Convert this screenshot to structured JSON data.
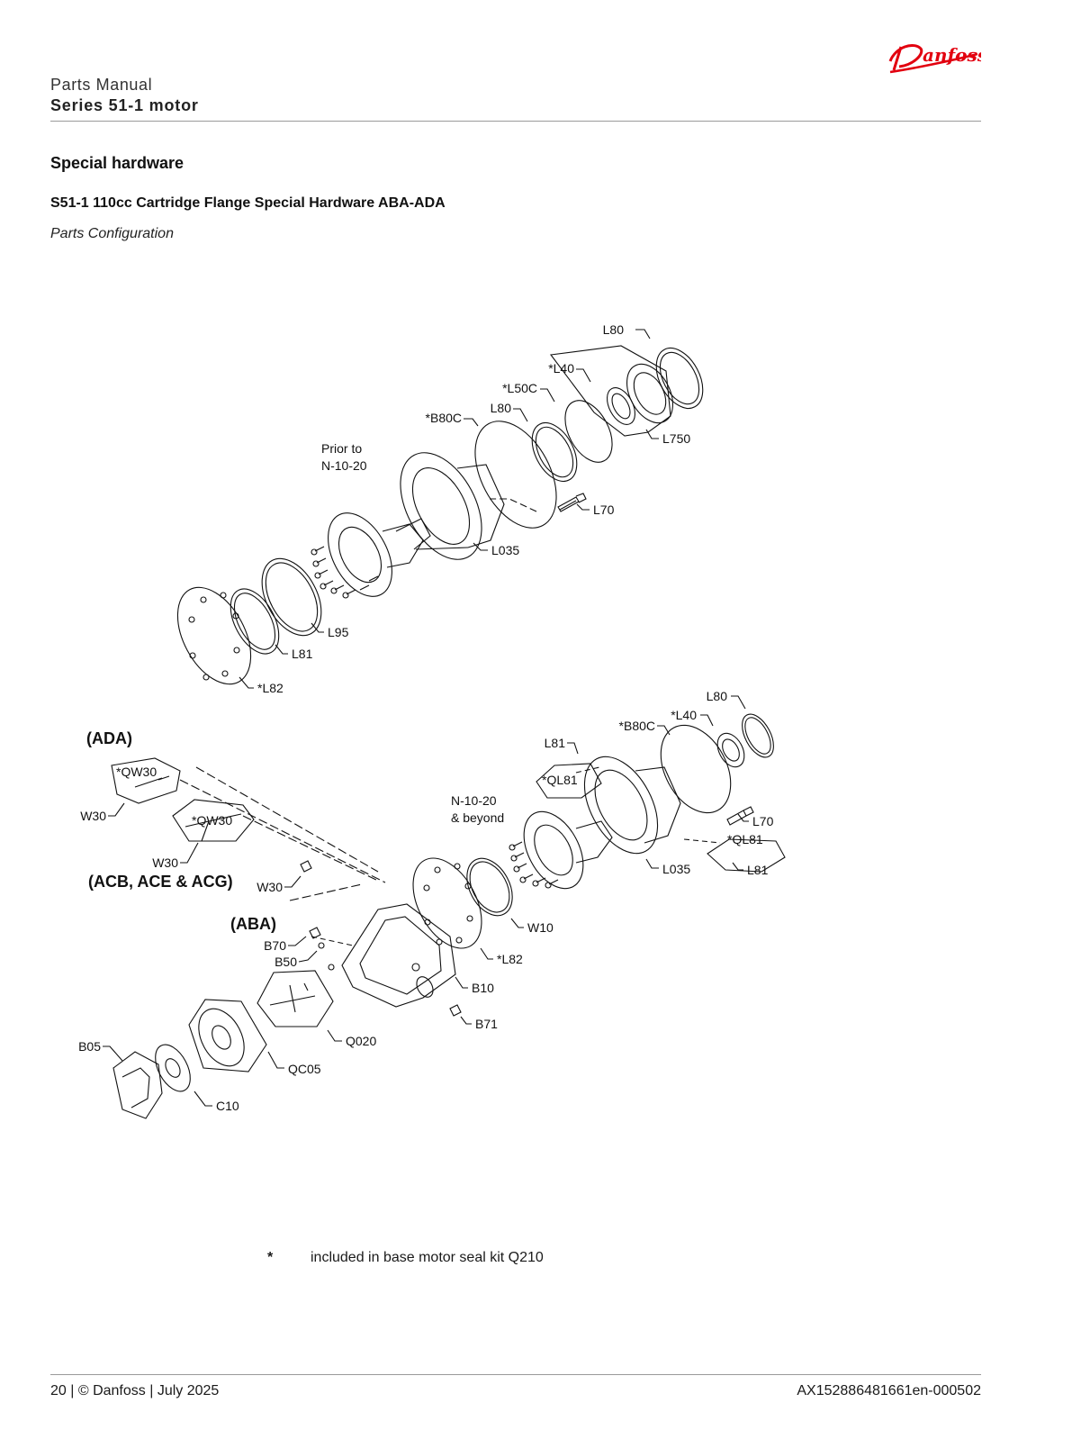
{
  "header": {
    "brand": "Danfoss",
    "doc_type": "Parts Manual",
    "series": "Series 51-1 motor"
  },
  "section_title": "Special hardware",
  "sub_title": "S51-1 110cc Cartridge Flange Special Hardware ABA-ADA",
  "configuration_label": "Parts Configuration",
  "diagram": {
    "top_labels": {
      "L80_a": "L80",
      "L40": "*L40",
      "L50C": "*L50C",
      "L80_b": "L80",
      "B80C": "*B80C",
      "L750": "L750",
      "L70": "L70",
      "L035": "L035",
      "L95": "L95",
      "L81": "L81",
      "L82": "*L82"
    },
    "prior_note": [
      "Prior to",
      "N-10-20"
    ],
    "beyond_note": [
      "N-10-20",
      "& beyond"
    ],
    "bottom_labels": {
      "L80": "L80",
      "L40": "*L40",
      "B80C": "*B80C",
      "L81_a": "L81",
      "QL81_a": "*QL81",
      "L70": "L70",
      "QL81_b": "*QL81",
      "L035": "L035",
      "L81_b": "L81",
      "QW30_a": "*QW30",
      "W30_a": "W30",
      "QW30_b": "*QW30",
      "W30_b": "W30",
      "W30_c": "W30",
      "W10": "W10",
      "L82": "*L82",
      "B70": "B70",
      "B50": "B50",
      "B10": "B10",
      "B71": "B71",
      "Q020": "Q020",
      "B05": "B05",
      "QC05": "QC05",
      "C10": "C10"
    },
    "groups": {
      "ada": "(ADA)",
      "acb": "(ACB, ACE & ACG)",
      "aba": "(ABA)"
    }
  },
  "footnote": {
    "symbol": "*",
    "text": "included in base motor seal kit Q210"
  },
  "footer": {
    "left": "20 | © Danfoss | July 2025",
    "right": "AX152886481661en-000502"
  },
  "colors": {
    "brand_red": "#e2000f",
    "rule": "#9a9a9a"
  }
}
